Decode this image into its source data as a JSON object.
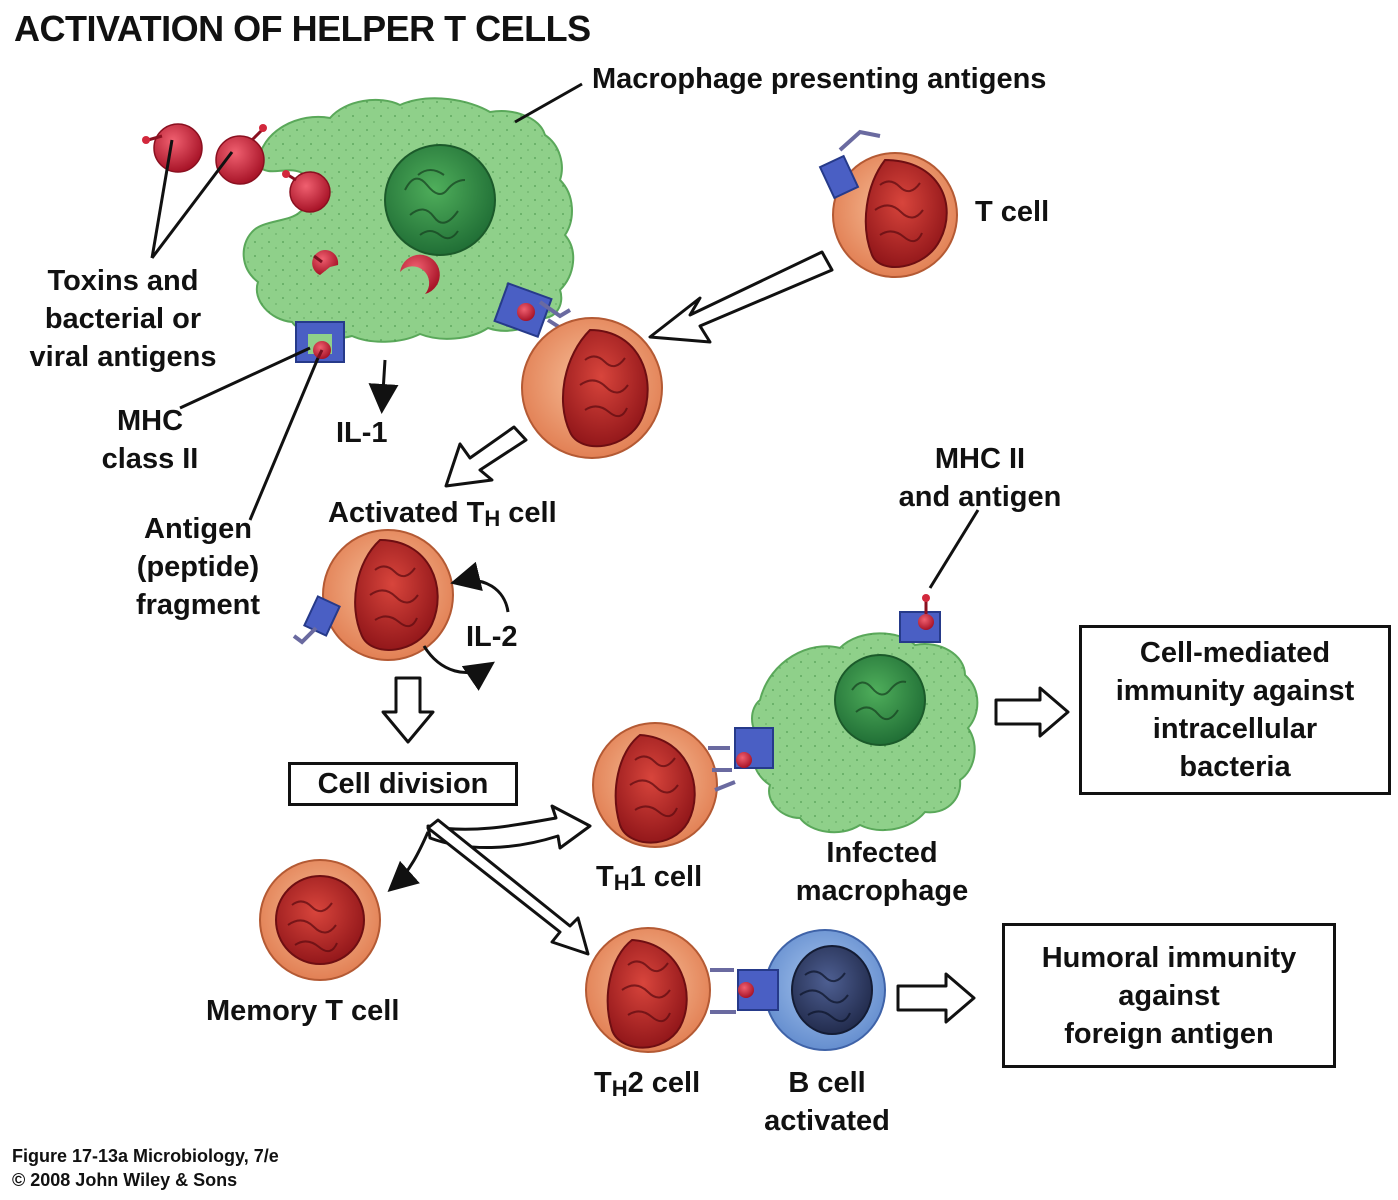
{
  "title": "ACTIVATION OF HELPER T CELLS",
  "labels": {
    "macrophage_presenting": "Macrophage presenting antigens",
    "t_cell": "T cell",
    "toxins": [
      "Toxins and",
      "bacterial or",
      "viral antigens"
    ],
    "mhc_class_ii": [
      "MHC",
      "class II"
    ],
    "il1": "IL-1",
    "antigen_fragment": [
      "Antigen",
      "(peptide)",
      "fragment"
    ],
    "activated_th_prefix": "Activated T",
    "activated_th_sub": "H",
    "activated_th_suffix": " cell",
    "il2": "IL-2",
    "mhc_ii_antigen": [
      "MHC II",
      "and antigen"
    ],
    "th1_prefix": "T",
    "th1_sub": "H",
    "th1_suffix": "1 cell",
    "infected_macrophage": [
      "Infected",
      "macrophage"
    ],
    "memory_t_cell": "Memory T cell",
    "th2_prefix": "T",
    "th2_sub": "H",
    "th2_suffix": "2 cell",
    "b_cell": [
      "B cell",
      "activated"
    ]
  },
  "boxes": {
    "cell_division": "Cell division",
    "cell_mediated": [
      "Cell-mediated",
      "immunity against",
      "intracellular",
      "bacteria"
    ],
    "humoral": [
      "Humoral immunity",
      "against",
      "foreign antigen"
    ]
  },
  "figure_caption": [
    "Figure 17-13a  Microbiology, 7/e",
    "© 2008 John Wiley & Sons"
  ],
  "colors": {
    "macrophage": "#8fd08a",
    "nucleus_green": "#2f8f45",
    "t_cell": "#f0a077",
    "t_nucleus": "#b8282a",
    "b_cell": "#7fa6dc",
    "b_nucleus": "#2e3c6a",
    "antigen": "#d2283c",
    "mhc": "#4a5fc4"
  }
}
